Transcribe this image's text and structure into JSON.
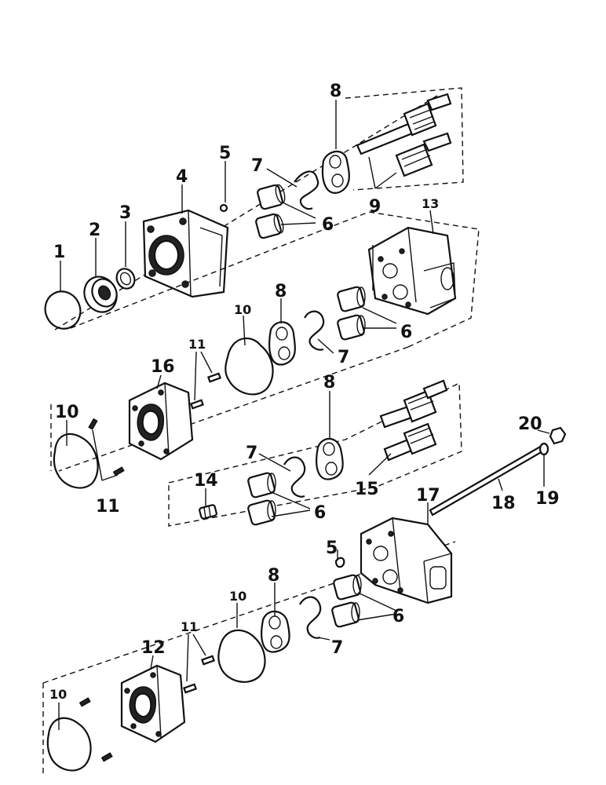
{
  "callouts": [
    {
      "key": "c1",
      "text": "1"
    },
    {
      "key": "c2",
      "text": "2"
    },
    {
      "key": "c3",
      "text": "3"
    },
    {
      "key": "c4",
      "text": "4"
    },
    {
      "key": "c5a",
      "text": "5"
    },
    {
      "key": "c7a",
      "text": "7"
    },
    {
      "key": "c8a",
      "text": "8"
    },
    {
      "key": "c6a",
      "text": "6"
    },
    {
      "key": "c9",
      "text": "9"
    },
    {
      "key": "c13",
      "text": "13"
    },
    {
      "key": "c8b",
      "text": "8"
    },
    {
      "key": "c10a",
      "text": "10"
    },
    {
      "key": "c6b",
      "text": "6"
    },
    {
      "key": "c7b",
      "text": "7"
    },
    {
      "key": "c11a",
      "text": "11"
    },
    {
      "key": "c16",
      "text": "16"
    },
    {
      "key": "c8c",
      "text": "8"
    },
    {
      "key": "c10b",
      "text": "10"
    },
    {
      "key": "c11b",
      "text": "11"
    },
    {
      "key": "c7c",
      "text": "7"
    },
    {
      "key": "c20",
      "text": "20"
    },
    {
      "key": "c14",
      "text": "14"
    },
    {
      "key": "c6c",
      "text": "6"
    },
    {
      "key": "c15",
      "text": "15"
    },
    {
      "key": "c17",
      "text": "17"
    },
    {
      "key": "c18",
      "text": "18"
    },
    {
      "key": "c19",
      "text": "19"
    },
    {
      "key": "c5b",
      "text": "5"
    },
    {
      "key": "c8d",
      "text": "8"
    },
    {
      "key": "c10c",
      "text": "10"
    },
    {
      "key": "c6d",
      "text": "6"
    },
    {
      "key": "c11c",
      "text": "11"
    },
    {
      "key": "c12",
      "text": "12"
    },
    {
      "key": "c7d",
      "text": "7"
    },
    {
      "key": "c10d",
      "text": "10"
    }
  ]
}
